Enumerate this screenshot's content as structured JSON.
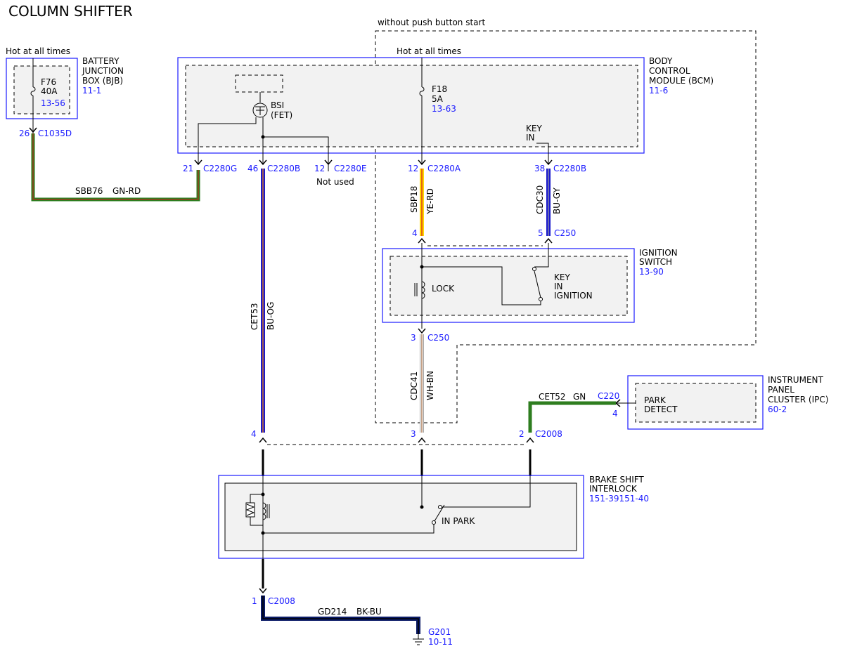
{
  "title": "COLUMN SHIFTER",
  "labels": {
    "without_push_button": "without push button start",
    "hot_bjb": "Hot at all times",
    "hot_bcm": "Hot at all times",
    "not_used": "Not used"
  },
  "components": {
    "bjb": {
      "line1": "BATTERY",
      "line2": "JUNCTION",
      "line3": "BOX (BJB)",
      "ref": "11-1"
    },
    "bcm": {
      "line1": "BODY",
      "line2": "CONTROL",
      "line3": "MODULE (BCM)",
      "ref": "11-6"
    },
    "ignition_switch": {
      "line1": "IGNITION",
      "line2": "SWITCH",
      "ref": "13-90"
    },
    "ipc": {
      "line1": "INSTRUMENT",
      "line2": "PANEL",
      "line3": "CLUSTER (IPC)",
      "ref": "60-2"
    },
    "bsi_module": {
      "line1": "BRAKE SHIFT",
      "line2": "INTERLOCK",
      "ref": "151-39151-40"
    }
  },
  "fuses": {
    "f76": {
      "name": "F76",
      "rating": "40A",
      "ref": "13-56"
    },
    "f18": {
      "name": "F18",
      "rating": "5A",
      "ref": "13-63"
    }
  },
  "internal": {
    "bsi_label": "BSI",
    "bsi_sub": "(FET)",
    "key_in_1": "KEY",
    "key_in_2": "IN",
    "lock": "LOCK",
    "key_ign_1": "KEY",
    "key_ign_2": "IN",
    "key_ign_3": "IGNITION",
    "park_detect_1": "PARK",
    "park_detect_2": "DETECT",
    "in_park": "IN PARK"
  },
  "connectors": [
    {
      "pin": "26",
      "name": "C1035D"
    },
    {
      "pin": "21",
      "name": "C2280G"
    },
    {
      "pin": "46",
      "name": "C2280B"
    },
    {
      "pin": "12",
      "name": "C2280E"
    },
    {
      "pin": "12",
      "name": "C2280A"
    },
    {
      "pin": "38",
      "name": "C2280B"
    },
    {
      "pin": "4",
      "name": ""
    },
    {
      "pin": "5",
      "name": "C250"
    },
    {
      "pin": "3",
      "name": "C250"
    },
    {
      "pin": "4",
      "name": ""
    },
    {
      "pin": "3",
      "name": ""
    },
    {
      "pin": "2",
      "name": "C2008"
    },
    {
      "pin": "4",
      "name": ""
    },
    {
      "pin": "",
      "name": "C220"
    },
    {
      "pin": "1",
      "name": "C2008"
    }
  ],
  "wires": {
    "sbb76": {
      "circuit": "SBB76",
      "color": "GN-RD"
    },
    "cet53": {
      "circuit": "CET53",
      "color": "BU-OG"
    },
    "sbp18": {
      "circuit": "SBP18",
      "color": "YE-RD"
    },
    "cdc30": {
      "circuit": "CDC30",
      "color": "BU-GY"
    },
    "cdc41": {
      "circuit": "CDC41",
      "color": "WH-BN"
    },
    "cet52": {
      "circuit": "CET52",
      "color": "GN"
    },
    "gd214": {
      "circuit": "GD214",
      "color": "BK-BU"
    }
  },
  "ground": {
    "name": "G201",
    "ref": "10-11"
  },
  "colors": {
    "component_outline": "#1a1aff",
    "wire_green": "#2e7d1f",
    "wire_red": "#d21a1a",
    "wire_blue": "#1a1acc",
    "wire_orange": "#ff8c00",
    "wire_yellow": "#ffd700",
    "wire_gray": "#a0a0a0",
    "wire_white": "#ffffff",
    "wire_brown": "#8b4513",
    "wire_black": "#000000",
    "wire_darkblue": "#0a1a66"
  }
}
